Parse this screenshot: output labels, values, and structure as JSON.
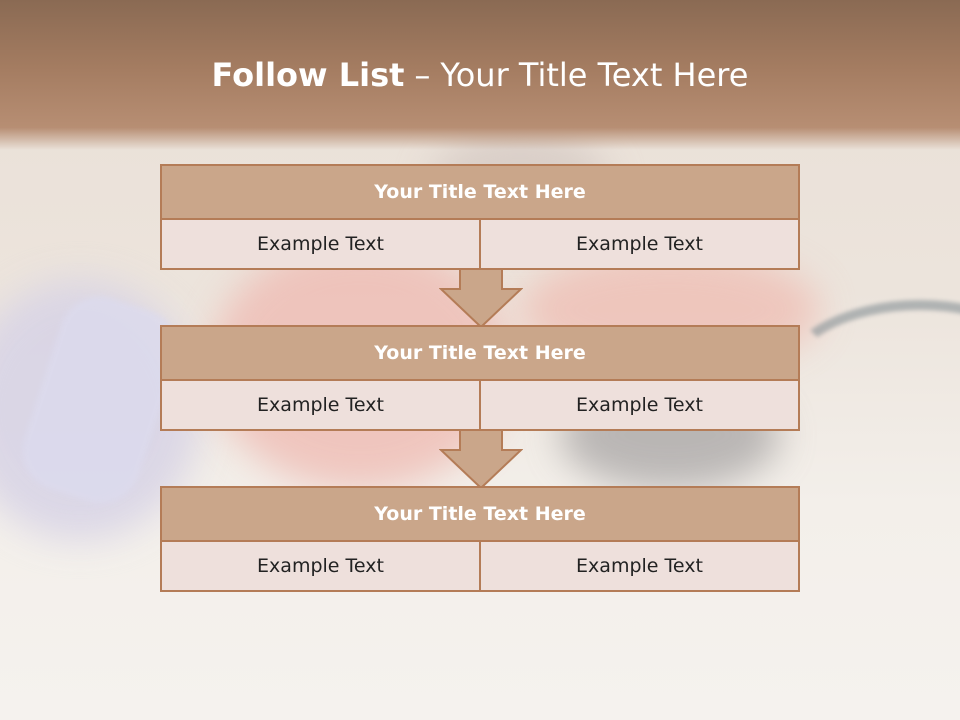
{
  "slide": {
    "title_bold": "Follow List",
    "title_sep": "–",
    "title_rest": "Your Title Text Here"
  },
  "steps": [
    {
      "title": "Your Title Text Here",
      "left": "Example Text",
      "right": "Example Text"
    },
    {
      "title": "Your Title Text Here",
      "left": "Example Text",
      "right": "Example Text"
    },
    {
      "title": "Your Title Text Here",
      "left": "Example Text",
      "right": "Example Text"
    }
  ],
  "colors": {
    "header_fill": "#caa68a",
    "border": "#b47c57",
    "cell_fill": "#eee0dc",
    "band": "#a47c61"
  }
}
